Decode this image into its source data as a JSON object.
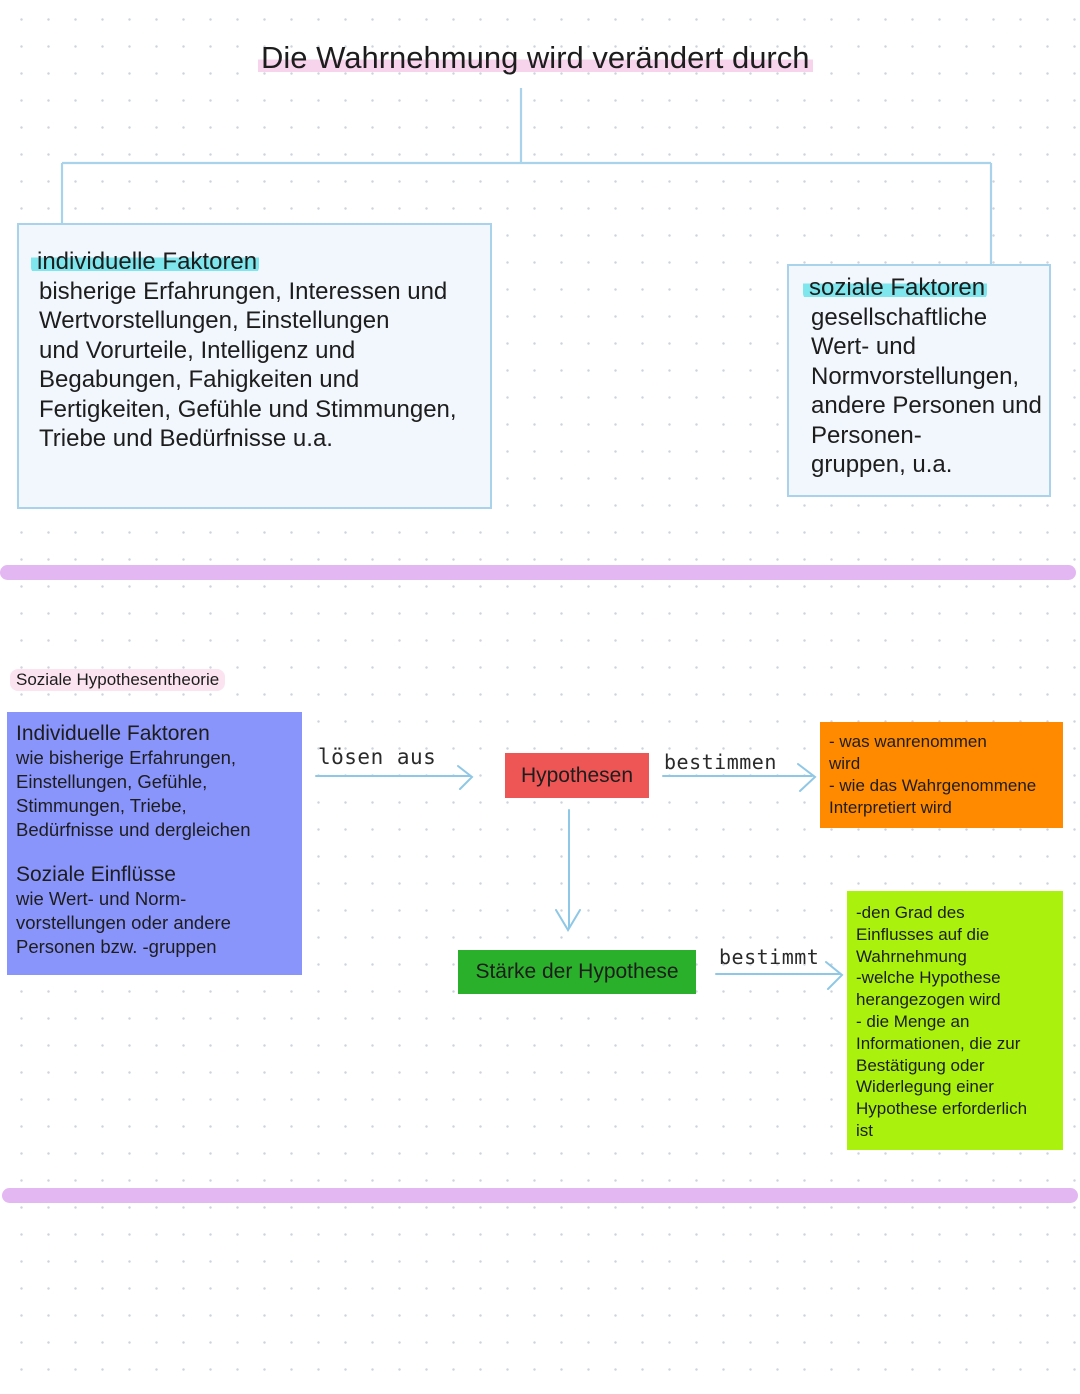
{
  "top": {
    "title": "Die Wahrnehmung wird verändert durch",
    "individual": {
      "heading": "individuelle Faktoren",
      "lines": [
        "bisherige Erfahrungen, Interessen und",
        "Wertvorstellungen, Einstellungen",
        "und Vorurteile, Intelligenz und",
        "Begabungen, Fahigkeiten und",
        "Fertigkeiten, Gefühle und Stimmungen,",
        "Triebe und Bedürfnisse u.a."
      ]
    },
    "social": {
      "heading": "soziale Faktoren",
      "lines": [
        "gesellschaftliche",
        "Wert- und",
        "Normvorstellungen,",
        "andere Personen und",
        "Personen-",
        "gruppen, u.a."
      ]
    }
  },
  "theory": {
    "title": "Soziale Hypothesentheorie",
    "sources": {
      "individual_heading": "Individuelle Faktoren",
      "individual_lines": [
        "wie bisherige Erfahrungen,",
        "Einstellungen, Gefühle,",
        "Stimmungen, Triebe,",
        "Bedürfnisse und dergleichen"
      ],
      "social_heading": "Soziale Einflüsse",
      "social_lines": [
        "wie Wert- und Norm-",
        "vorstellungen oder andere",
        "Personen bzw. -gruppen"
      ]
    },
    "arrow_trigger": "lösen aus",
    "hypotheses": "Hypothesen",
    "arrow_determine": "bestimmen",
    "perception_lines": [
      "- was wanrenommen",
      "wird",
      "- wie das Wahrgenommene",
      "Interpretiert wird"
    ],
    "strength": "Stärke der Hypothese",
    "arrow_determines": "bestimmt",
    "strength_effects": [
      "-den Grad des",
      "Einflusses auf die",
      "Wahrnehmung",
      "-welche Hypothese",
      "herangezogen wird",
      "- die Menge an",
      "Informationen, die zur",
      "Bestätigung oder",
      "Widerlegung einer",
      "Hypothese erforderlich",
      "ist"
    ]
  },
  "colors": {
    "connector": "#a9d3ea",
    "divider": "#e3b7f2",
    "sources_card": "#8a95fb",
    "hypotheses_card": "#ee5656",
    "perception_card": "#ff8a00",
    "strength_card": "#2bb02b",
    "effects_card": "#aaf20d"
  }
}
